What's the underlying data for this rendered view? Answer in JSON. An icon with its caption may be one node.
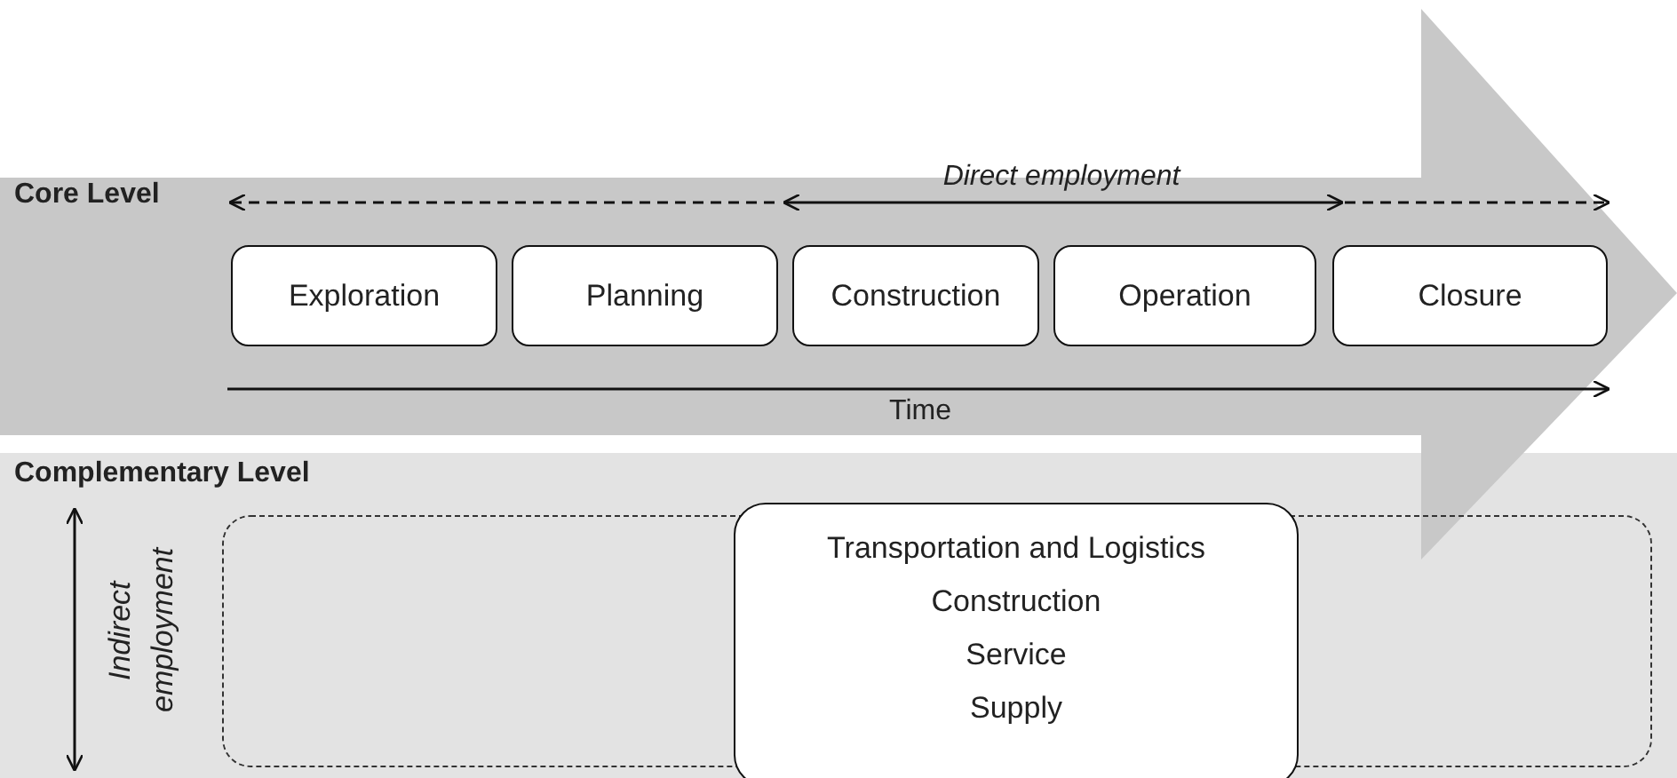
{
  "diagram": {
    "nodes": [
      {
        "text": [
          "Core Level"
        ]
      },
      {
        "text": [
          "Exploration"
        ],
        "in": 0
      },
      {
        "text": [
          "Planning"
        ],
        "in": 0
      },
      {
        "text": [
          "Construction"
        ],
        "in": 0
      },
      {
        "text": [
          "Operation"
        ],
        "in": 0
      },
      {
        "text": [
          "Closure"
        ],
        "in": 0
      },
      {
        "text": [
          "Complementary Level"
        ]
      },
      {
        "text": [],
        "shape": "box",
        "in": 6
      },
      {
        "text": [
          "Transportation and Logistics",
          "Construction",
          "Service",
          "Supply"
        ],
        "in": 6
      }
    ],
    "labels": [
      "Direct employment",
      "Time",
      "Indirect employment"
    ]
  }
}
